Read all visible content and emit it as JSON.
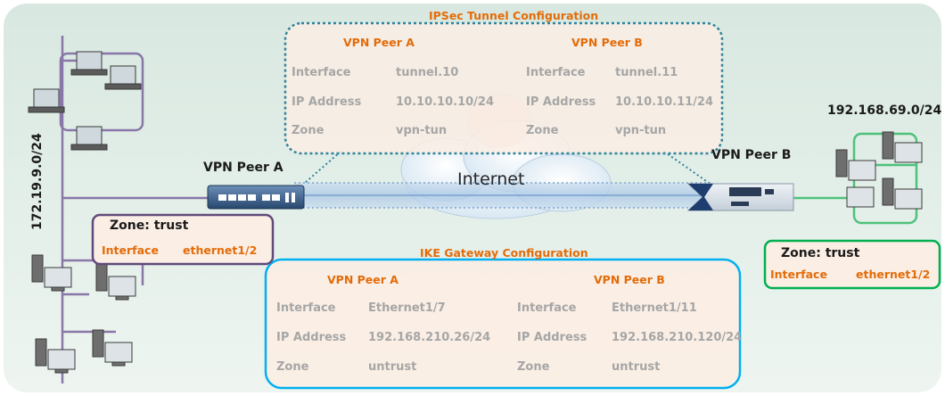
{
  "ipsec": {
    "title": "IPSec Tunnel Configuration",
    "peerA": {
      "heading": "VPN Peer A",
      "rows": [
        {
          "k": "Interface",
          "v": "tunnel.10"
        },
        {
          "k": "IP Address",
          "v": "10.10.10.10/24"
        },
        {
          "k": "Zone",
          "v": "vpn-tun"
        }
      ]
    },
    "peerB": {
      "heading": "VPN Peer B",
      "rows": [
        {
          "k": "Interface",
          "v": "tunnel.11"
        },
        {
          "k": "IP Address",
          "v": "10.10.10.11/24"
        },
        {
          "k": "Zone",
          "v": "vpn-tun"
        }
      ]
    }
  },
  "ike": {
    "title": "IKE Gateway Configuration",
    "peerA": {
      "heading": "VPN Peer A",
      "rows": [
        {
          "k": "Interface",
          "v": "Ethernet1/7"
        },
        {
          "k": "IP Address",
          "v": "192.168.210.26/24"
        },
        {
          "k": "Zone",
          "v": "untrust"
        }
      ]
    },
    "peerB": {
      "heading": "VPN Peer B",
      "rows": [
        {
          "k": "Interface",
          "v": "Ethernet1/11"
        },
        {
          "k": "IP Address",
          "v": "192.168.210.120/24"
        },
        {
          "k": "Zone",
          "v": "untrust"
        }
      ]
    }
  },
  "left": {
    "firewall_label": "VPN Peer A",
    "network": "172.19.9.0/24",
    "zone": "Zone: trust",
    "iface_k": "Interface",
    "iface_v": "ethernet1/2"
  },
  "right": {
    "firewall_label": "VPN Peer B",
    "network": "192.168.69.0/24",
    "zone": "Zone: trust",
    "iface_k": "Interface",
    "iface_v": "ethernet1/2"
  },
  "cloud_label": "Internet",
  "colors": {
    "ipsec_border": "#31849b",
    "ike_border": "#00b0f0",
    "left_zone_border": "#604a7b",
    "right_zone_border": "#00b050",
    "box_fill": "#fbeee4",
    "orange_text": "#e36c0a",
    "grey_text": "#a6a6a6"
  }
}
